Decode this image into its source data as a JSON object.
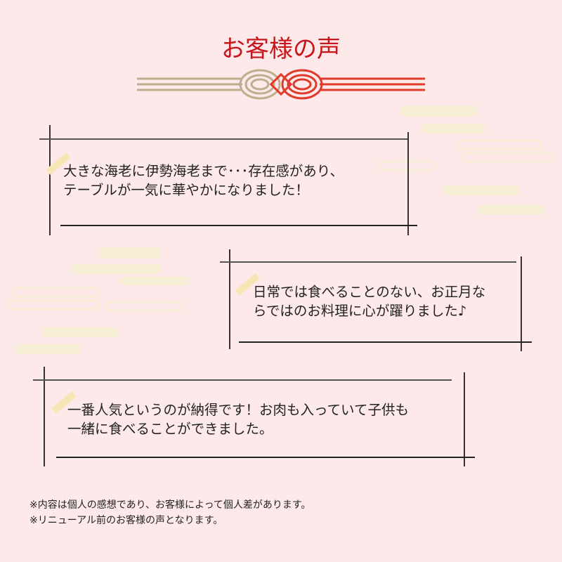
{
  "title": "お客様の声",
  "colors": {
    "background": "#fde9ea",
    "title": "#c8161d",
    "cord_gold": "#bfae8d",
    "cord_red": "#e03a2a",
    "cloud": "#f7efd6"
  },
  "testimonials": [
    {
      "lines": [
        "大きな海老に伊勢海老まで･･･存在感があり、",
        "テーブルが一気に華やかになりました！"
      ]
    },
    {
      "lines": [
        "日常では食べることのない、お正月な",
        "らではのお料理に心が躍りました♪"
      ]
    },
    {
      "lines": [
        "一番人気というのが納得です！お肉も入っていて子供も",
        "一緒に食べることができました。"
      ]
    }
  ],
  "notes": [
    "※内容は個人の感想であり、お客様によって個人差があります。",
    "※リニューアル前のお客様の声となります。"
  ]
}
